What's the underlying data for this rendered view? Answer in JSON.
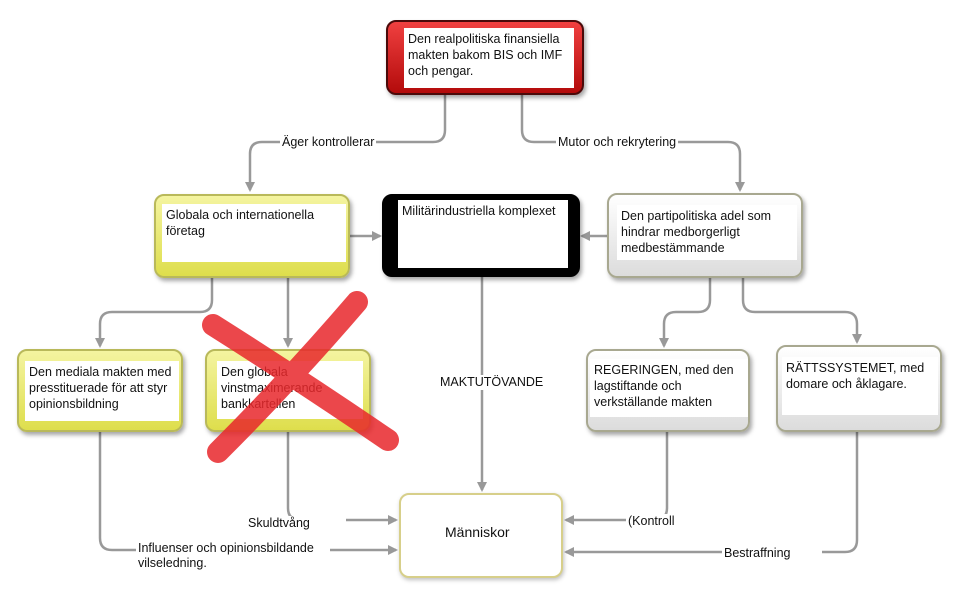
{
  "nodes": {
    "finance": "Den realpolitiska finansiella makten bakom BIS och IMF och pengar.",
    "corporations": "Globala och internationella företag",
    "military": "Militärindustriella komplexet",
    "party_nobility": "Den partipolitiska adel som hindrar medborgerligt medbestämmande",
    "media": "Den mediala makten med presstituerade för att styr opinionsbildning",
    "bank_cartel": "Den globala vinstmaximerande bankkartellen",
    "government": "REGERINGEN, med den lagstiftande och verkställande makten",
    "judiciary": "RÄTTSSYSTEMET, med domare och åklagare.",
    "people": "Människor"
  },
  "labels": {
    "owns_controls": "Äger kontrollerar",
    "bribes_recruitment": "Mutor och rekrytering",
    "power_exercise": "MAKTUTÖVANDE",
    "debt_bondage": "Skuldtvång",
    "influence_misleading": "Influenser och opinionsbildande vilseledning.",
    "control": "(Kontroll",
    "punishment": "Bestraffning"
  },
  "colors": {
    "connector": "#999999",
    "cross": "#e8282c"
  }
}
